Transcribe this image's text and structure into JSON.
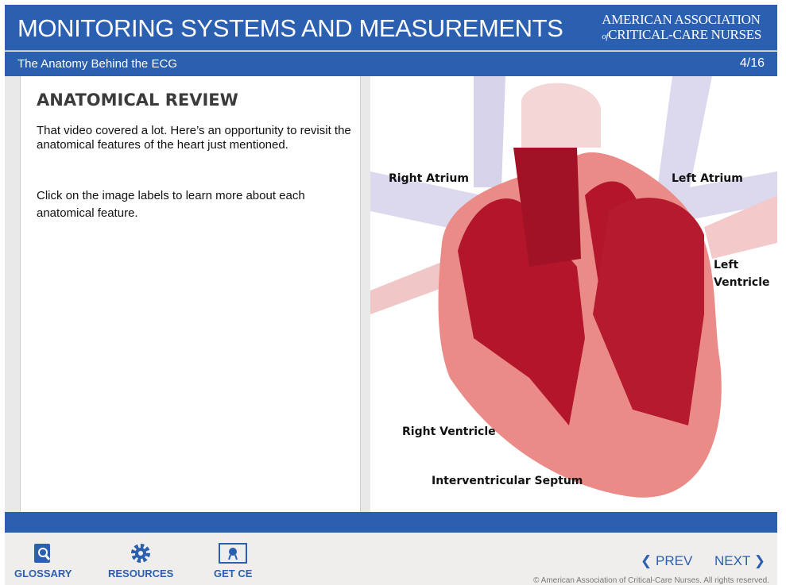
{
  "header": {
    "title": "MONITORING SYSTEMS AND MEASUREMENTS",
    "logo_line1": "AMERICAN ASSOCIATION",
    "logo_of": "of",
    "logo_line2": "CRITICAL-CARE NURSES",
    "subtitle": "The Anatomy Behind the ECG",
    "page": "4/16"
  },
  "content": {
    "heading": "ANATOMICAL REVIEW",
    "para1": "That video covered a lot.  Here’s an opportunity to revisit the anatomical features of the heart just mentioned.",
    "para2": "Click on the image labels to learn more about each anatomical feature."
  },
  "labels": {
    "right_atrium": "Right Atrium",
    "left_atrium": "Left Atrium",
    "left_ventricle_1": "Left",
    "left_ventricle_2": "Ventricle",
    "right_ventricle": "Right Ventricle",
    "septum": "Interventricular Septum"
  },
  "footer": {
    "glossary": "GLOSSARY",
    "resources": "RESOURCES",
    "get_ce": "GET CE",
    "prev": "PREV",
    "next": "NEXT",
    "copyright": "© American Association of Critical-Care Nurses. All rights reserved."
  },
  "colors": {
    "brand": "#2b5fb0"
  }
}
